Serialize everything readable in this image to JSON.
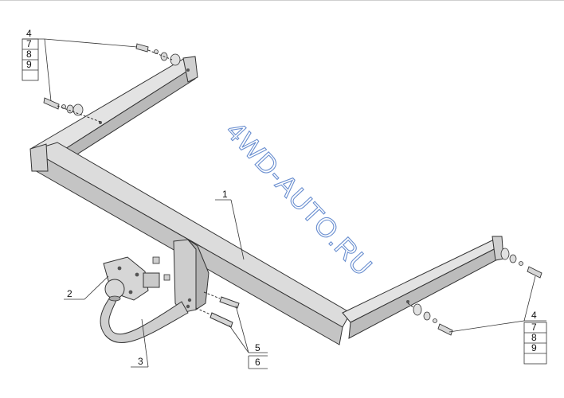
{
  "watermark": "4WD-AUTO.RU",
  "callouts": {
    "main_beam": "1",
    "bracket_plate": "2",
    "tow_ball": "3",
    "bolts_lower": [
      "5",
      "6"
    ]
  },
  "table_top_left": [
    "4",
    "7",
    "8",
    "9"
  ],
  "table_bottom_right": [
    "4",
    "7",
    "8",
    "9"
  ],
  "colors": {
    "metal": "#d9d9d9",
    "metal_dark": "#a9a9a9",
    "outline": "#333333",
    "watermark": "#6a8fd0"
  }
}
